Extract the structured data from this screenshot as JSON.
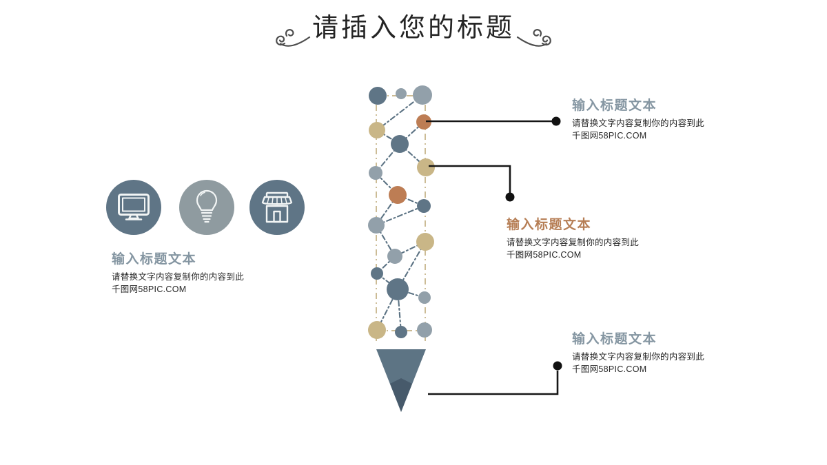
{
  "slide": {
    "title": "请插入您的标题"
  },
  "colors": {
    "dot_slate": "#5f7586",
    "dot_gray_blue": "#92a0aa",
    "dot_tan": "#c9b687",
    "dot_terracotta": "#bd7d54",
    "pencil_tip": "#5d7484",
    "pencil_lead": "#475a6b",
    "heading_slate": "#8596a2",
    "heading_orange": "#b67e55",
    "callout_line": "#161616",
    "icon_circle_dark": "#5f7586",
    "icon_circle_light": "#8f9ba0"
  },
  "icon_row": {
    "items": [
      {
        "icon": "monitor-icon"
      },
      {
        "icon": "lightbulb-icon"
      },
      {
        "icon": "storefront-icon"
      }
    ]
  },
  "blocks": {
    "left": {
      "title": "输入标题文本",
      "body": "请替换文字内容复制你的内容到此",
      "source": "千图网58PIC.COM"
    },
    "top_right": {
      "title": "输入标题文本",
      "body": "请替换文字内容复制你的内容到此",
      "source": "千图网58PIC.COM"
    },
    "middle_right": {
      "title": "输入标题文本",
      "body": "请替换文字内容复制你的内容到此",
      "source": "千图网58PIC.COM"
    },
    "bottom_right": {
      "title": "输入标题文本",
      "body": "请替换文字内容复制你的内容到此",
      "source": "千图网58PIC.COM"
    }
  }
}
